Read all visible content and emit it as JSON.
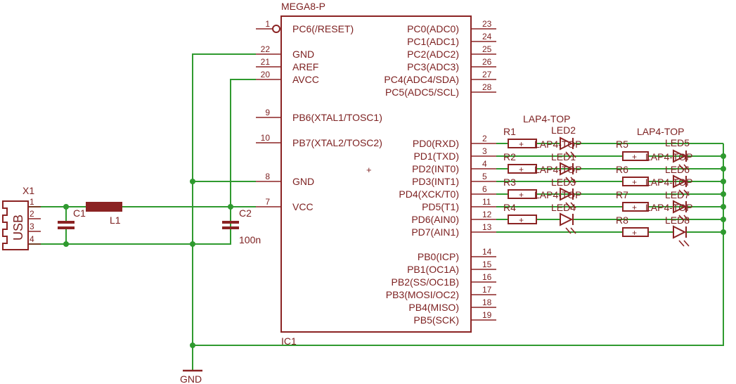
{
  "ic": {
    "name": "IC1",
    "value": "MEGA8-P",
    "left_pins": [
      {
        "num": "1",
        "name": "PC6(/RESET)"
      },
      {
        "num": "22",
        "name": "GND"
      },
      {
        "num": "21",
        "name": "AREF"
      },
      {
        "num": "20",
        "name": "AVCC"
      },
      {
        "num": "9",
        "name": "PB6(XTAL1/TOSC1)"
      },
      {
        "num": "10",
        "name": "PB7(XTAL2/TOSC2)"
      },
      {
        "num": "8",
        "name": "GND"
      },
      {
        "num": "7",
        "name": "VCC"
      }
    ],
    "right_pins_c": [
      {
        "num": "23",
        "name": "PC0(ADC0)"
      },
      {
        "num": "24",
        "name": "PC1(ADC1)"
      },
      {
        "num": "25",
        "name": "PC2(ADC2)"
      },
      {
        "num": "26",
        "name": "PC3(ADC3)"
      },
      {
        "num": "27",
        "name": "PC4(ADC4/SDA)"
      },
      {
        "num": "28",
        "name": "PC5(ADC5/SCL)"
      }
    ],
    "right_pins_d": [
      {
        "num": "2",
        "name": "PD0(RXD)"
      },
      {
        "num": "3",
        "name": "PD1(TXD)"
      },
      {
        "num": "4",
        "name": "PD2(INT0)"
      },
      {
        "num": "5",
        "name": "PD3(INT1)"
      },
      {
        "num": "6",
        "name": "PD4(XCK/T0)"
      },
      {
        "num": "11",
        "name": "PD5(T1)"
      },
      {
        "num": "12",
        "name": "PD6(AIN0)"
      },
      {
        "num": "13",
        "name": "PD7(AIN1)"
      }
    ],
    "right_pins_b": [
      {
        "num": "14",
        "name": "PB0(ICP)"
      },
      {
        "num": "15",
        "name": "PB1(OC1A)"
      },
      {
        "num": "16",
        "name": "PB2(SS/OC1B)"
      },
      {
        "num": "17",
        "name": "PB3(MOSI/OC2)"
      },
      {
        "num": "18",
        "name": "PB4(MISO)"
      },
      {
        "num": "19",
        "name": "PB5(SCK)"
      }
    ]
  },
  "usb": {
    "name": "X1",
    "label": "USB",
    "pins": [
      "1",
      "2",
      "3",
      "4"
    ]
  },
  "c1": {
    "name": "C1"
  },
  "l1": {
    "name": "L1"
  },
  "c2": {
    "name": "C2",
    "value": "100n"
  },
  "gnd": {
    "label": "GND"
  },
  "led_value": "LAP4-TOP",
  "resistors_1": [
    "R1",
    "R2",
    "R3",
    "R4"
  ],
  "leds_1": [
    "LED2",
    "LED1",
    "LED3",
    "LED4"
  ],
  "resistors_2": [
    "R5",
    "R6",
    "R7",
    "R8"
  ],
  "leds_2": [
    "LED5",
    "LED6",
    "LED7",
    "LED8"
  ]
}
